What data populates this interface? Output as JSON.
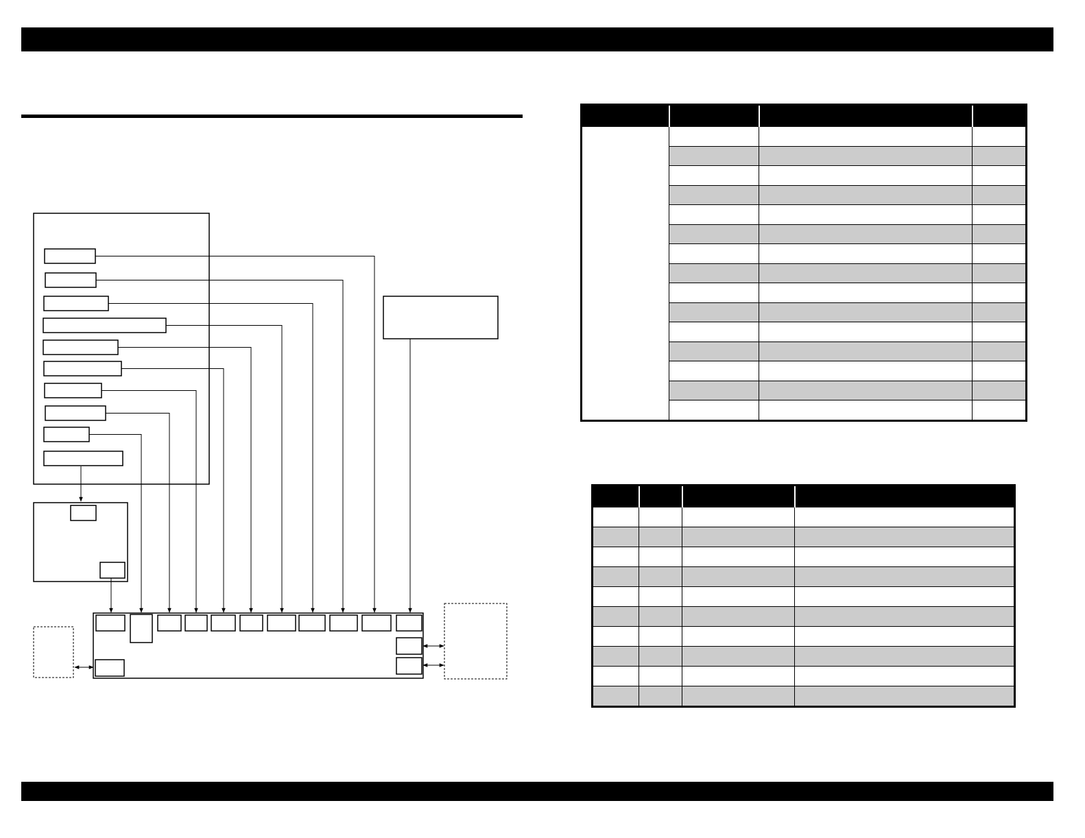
{
  "colors": {
    "header_bar": "#000000",
    "row_shade": "#cccccc",
    "line": "#000000"
  },
  "table1": {
    "columns": [
      "",
      "",
      "",
      ""
    ],
    "row_count": 15,
    "shaded_rows": [
      1,
      3,
      5,
      7,
      9,
      11,
      13
    ]
  },
  "table2": {
    "columns": [
      "",
      "",
      "",
      ""
    ],
    "row_count": 10,
    "shaded_rows": [
      1,
      3,
      5,
      7,
      9
    ]
  }
}
